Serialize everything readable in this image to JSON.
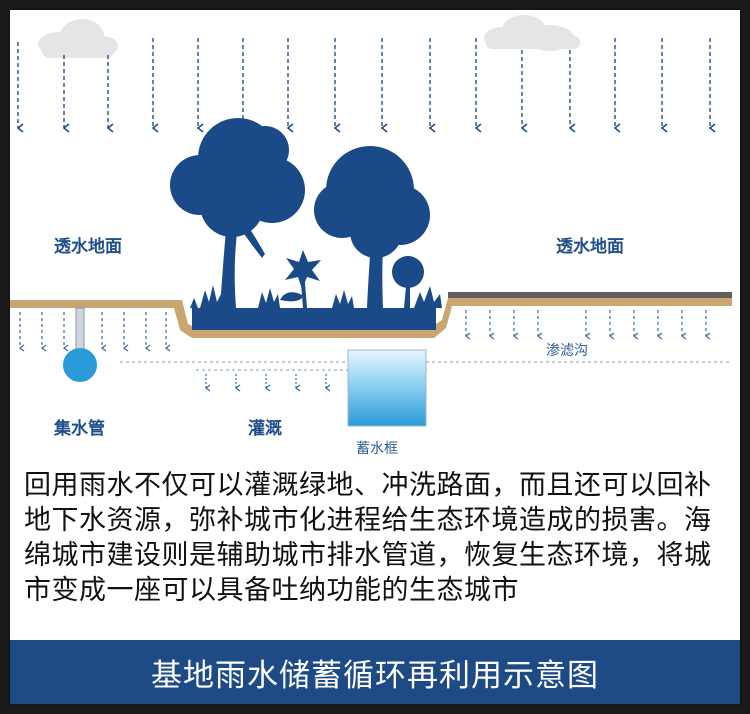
{
  "labels": {
    "permeable_left": "透水地面",
    "permeable_right": "透水地面",
    "infiltration_ditch": "渗滤沟",
    "collection_pipe": "集水管",
    "irrigation": "灌溉",
    "storage_box": "蓄水框"
  },
  "description": "回用雨水不仅可以灌溉绿地、冲洗路面，而且还可以回补地下水资源，弥补城市化进程给生态环境造成的损害。海绵城市建设则是辅助城市排水管道，恢复生态环境，将城市变成一座可以具备吐纳功能的生态城市",
  "title": "基地雨水储蓄循环再利用示意图",
  "colors": {
    "navy": "#1a4a87",
    "ground": "#c9a572",
    "water": "#2b9bd8",
    "banner": "#1e4a86",
    "cloud": "#e4e4e4"
  }
}
